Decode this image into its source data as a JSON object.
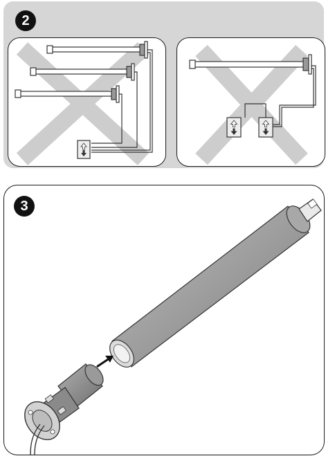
{
  "figure2": {
    "step_number": "2",
    "left_panel": {
      "icon": "incorrect-wiring-cross-icon",
      "switch_count": 1,
      "tube_count": 3
    },
    "right_panel": {
      "icon": "incorrect-wiring-cross-icon",
      "switch_count": 2,
      "tube_count": 1
    }
  },
  "figure3": {
    "step_number": "3",
    "icons": [
      "tubular-roller-tube-icon",
      "tubular-motor-icon",
      "insertion-arrow-icon",
      "power-cable-icon"
    ]
  },
  "colors": {
    "panel_background": "#d6d6d6",
    "badge": "#111111",
    "cross": "#c8c8c8",
    "tube_shade": "#9e9e9e"
  }
}
